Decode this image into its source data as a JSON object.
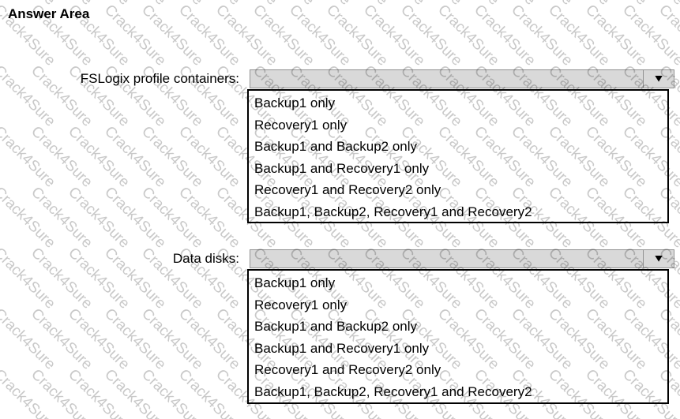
{
  "page": {
    "title": "Answer Area"
  },
  "watermark": {
    "text": "Crack4Sure",
    "color": "#c9c9c9"
  },
  "icons": {
    "dropdown_arrow": "▼"
  },
  "colors": {
    "dropdown_fill": "#d9d9d9",
    "dropdown_border": "#919191",
    "listbox_border": "#000000",
    "text": "#000000"
  },
  "questions": [
    {
      "label": "FSLogix profile containers:",
      "dropdown": {
        "selected_value": ""
      },
      "options": [
        "Backup1 only",
        "Recovery1 only",
        "Backup1 and Backup2 only",
        "Backup1 and Recovery1 only",
        "Recovery1 and Recovery2 only",
        "Backup1, Backup2, Recovery1 and Recovery2"
      ]
    },
    {
      "label": "Data disks:",
      "dropdown": {
        "selected_value": ""
      },
      "options": [
        "Backup1 only",
        "Recovery1 only",
        "Backup1 and Backup2 only",
        "Backup1 and Recovery1 only",
        "Recovery1 and Recovery2 only",
        "Backup1, Backup2, Recovery1 and Recovery2"
      ]
    }
  ]
}
